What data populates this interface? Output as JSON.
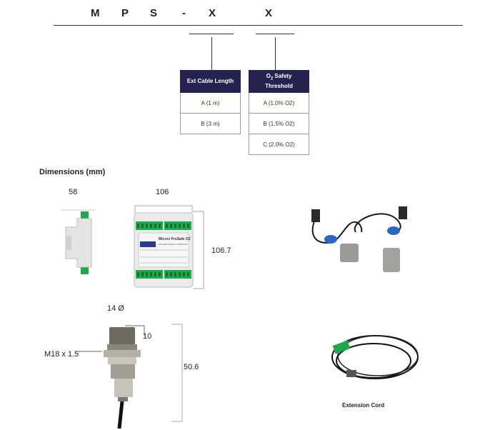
{
  "part_code": {
    "letters": [
      "M",
      "P",
      "S",
      "-",
      "X",
      "X"
    ]
  },
  "tables": {
    "cable": {
      "header": "Ext Cable Length",
      "rows": [
        "A (1 m)",
        "B (3 m)"
      ]
    },
    "threshold": {
      "header_prefix": "O",
      "header_sub": "2",
      "header_suffix": " Safety",
      "header_line2": "Threshold",
      "rows": [
        "A (1.0% O2)",
        "B (1.5% O2)",
        "C (2.0% O2)"
      ]
    }
  },
  "dimensions": {
    "title": "Dimensions (mm)",
    "din_width": "58",
    "controller_width": "106",
    "controller_height": "106.7",
    "sensor_diameter": "14 Ø",
    "sensor_thread_length": "10",
    "sensor_thread": "M18 x 1.5",
    "sensor_length": "50.6"
  },
  "captions": {
    "extension_cord": "Extension Cord"
  },
  "controller_label": {
    "brand": "Microx",
    "model": "ProSafe O2",
    "sub": "OXYGEN SAFETY MONITOR"
  }
}
